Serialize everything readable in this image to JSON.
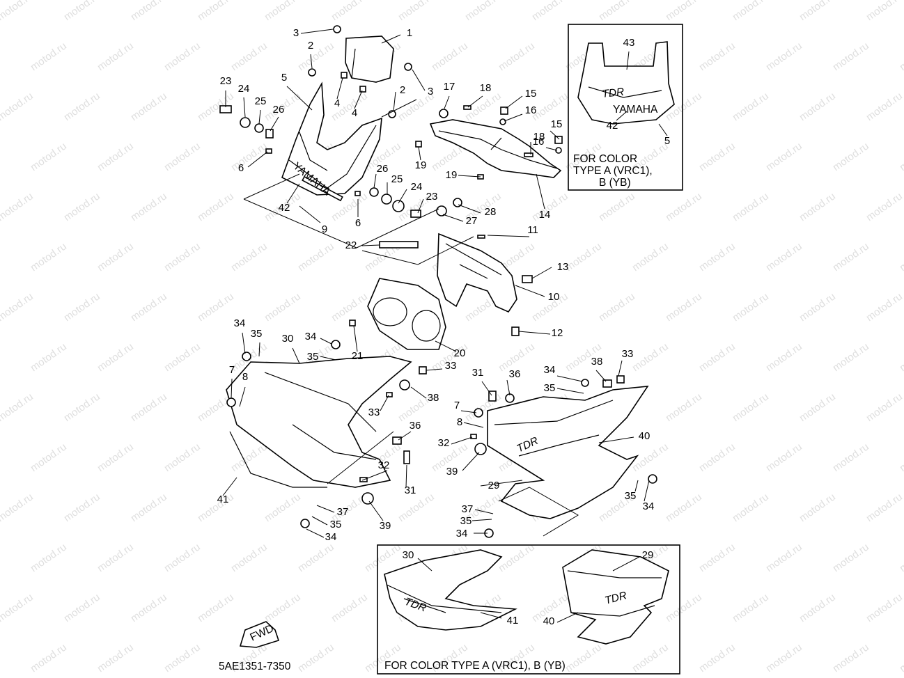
{
  "watermark": "motod.ru",
  "diagram_code": "5AE1351-7350",
  "fwd_label": "FWD",
  "yamaha_text": "YAMAHA",
  "tdr_text": "TDR",
  "inset_top": {
    "caption_line1": "FOR COLOR",
    "caption_line2": "TYPE A (VRC1),",
    "caption_line3": "B (YB)"
  },
  "inset_bottom": {
    "caption": "FOR COLOR TYPE A (VRC1),  B (YB)"
  },
  "callouts": {
    "c1": "1",
    "c2a": "2",
    "c2b": "2",
    "c3a": "3",
    "c3b": "3",
    "c4a": "4",
    "c4b": "4",
    "c5a": "5",
    "c5b": "5",
    "c6a": "6",
    "c6b": "6",
    "c7a": "7",
    "c7b": "7",
    "c8a": "8",
    "c8b": "8",
    "c9": "9",
    "c10": "10",
    "c11": "11",
    "c12": "12",
    "c13": "13",
    "c14": "14",
    "c15a": "15",
    "c15b": "15",
    "c16a": "16",
    "c16b": "16",
    "c17": "17",
    "c18a": "18",
    "c18b": "18",
    "c19a": "19",
    "c19b": "19",
    "c20": "20",
    "c21": "21",
    "c22": "22",
    "c23a": "23",
    "c23b": "23",
    "c24a": "24",
    "c24b": "24",
    "c25a": "25",
    "c25b": "25",
    "c26a": "26",
    "c26b": "26",
    "c27": "27",
    "c28": "28",
    "c29a": "29",
    "c29b": "29",
    "c30a": "30",
    "c30b": "30",
    "c31a": "31",
    "c31b": "31",
    "c32a": "32",
    "c32b": "32",
    "c33a": "33",
    "c33b": "33",
    "c33c": "33",
    "c34a": "34",
    "c34b": "34",
    "c34c": "34",
    "c34d": "34",
    "c34e": "34",
    "c34f": "34",
    "c35a": "35",
    "c35b": "35",
    "c35c": "35",
    "c35d": "35",
    "c35e": "35",
    "c35f": "35",
    "c36a": "36",
    "c36b": "36",
    "c37a": "37",
    "c37b": "37",
    "c38a": "38",
    "c38b": "38",
    "c39a": "39",
    "c39b": "39",
    "c40a": "40",
    "c40b": "40",
    "c41a": "41",
    "c41b": "41",
    "c42a": "42",
    "c42b": "42",
    "c43": "43"
  }
}
